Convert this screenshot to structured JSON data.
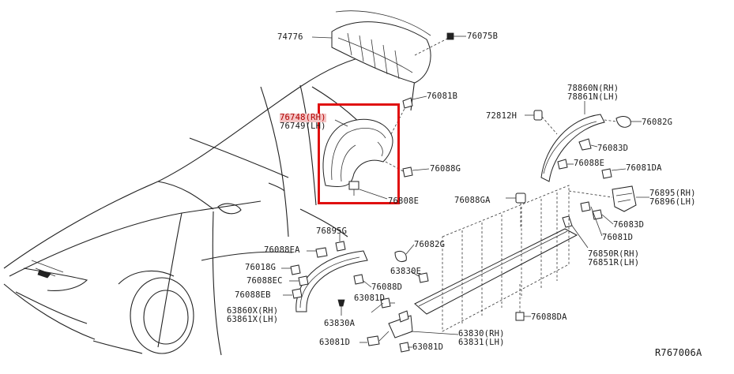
{
  "diagram": {
    "highlight_color": "#e01010",
    "reference_code": "R767006A",
    "labels": {
      "p74776": "74776",
      "p76075b": "76075B",
      "p76081b_top": "76081B",
      "p76748": "76748(RH)",
      "p76749": "76749(LH)",
      "p76088g": "76088G",
      "p76808e": "76808E",
      "p78860n": "78860N(RH)",
      "p78861n": "78861N(LH)",
      "p72812h": "72812H",
      "p76082g_r": "76082G",
      "p76083d_r": "76083D",
      "p76088e_r": "76088E",
      "p76081da": "76081DA",
      "p76895": "76895(RH)",
      "p76896": "76896(LH)",
      "p76088ga": "76088GA",
      "p76083d_b": "76083D",
      "p76081d_b": "76081D",
      "p76850r": "76850R(RH)",
      "p76851r": "76851R(LH)",
      "p76088da": "76088DA",
      "p76895g": "76895G",
      "p76088ea": "76088EA",
      "p76082g_l": "76082G",
      "p76018g": "76018G",
      "p63830e": "63830E",
      "p76088ec": "76088EC",
      "p76088d": "76088D",
      "p76088eb": "76088EB",
      "p63081d_m": "63081D",
      "p63860x": "63860X(RH)",
      "p63861x": "63861X(LH)",
      "p63830a": "63830A",
      "p63081d_l": "63081D",
      "p63830": "63830(RH)",
      "p63831": "63831(LH)",
      "p63081d_b": "63081D"
    }
  }
}
